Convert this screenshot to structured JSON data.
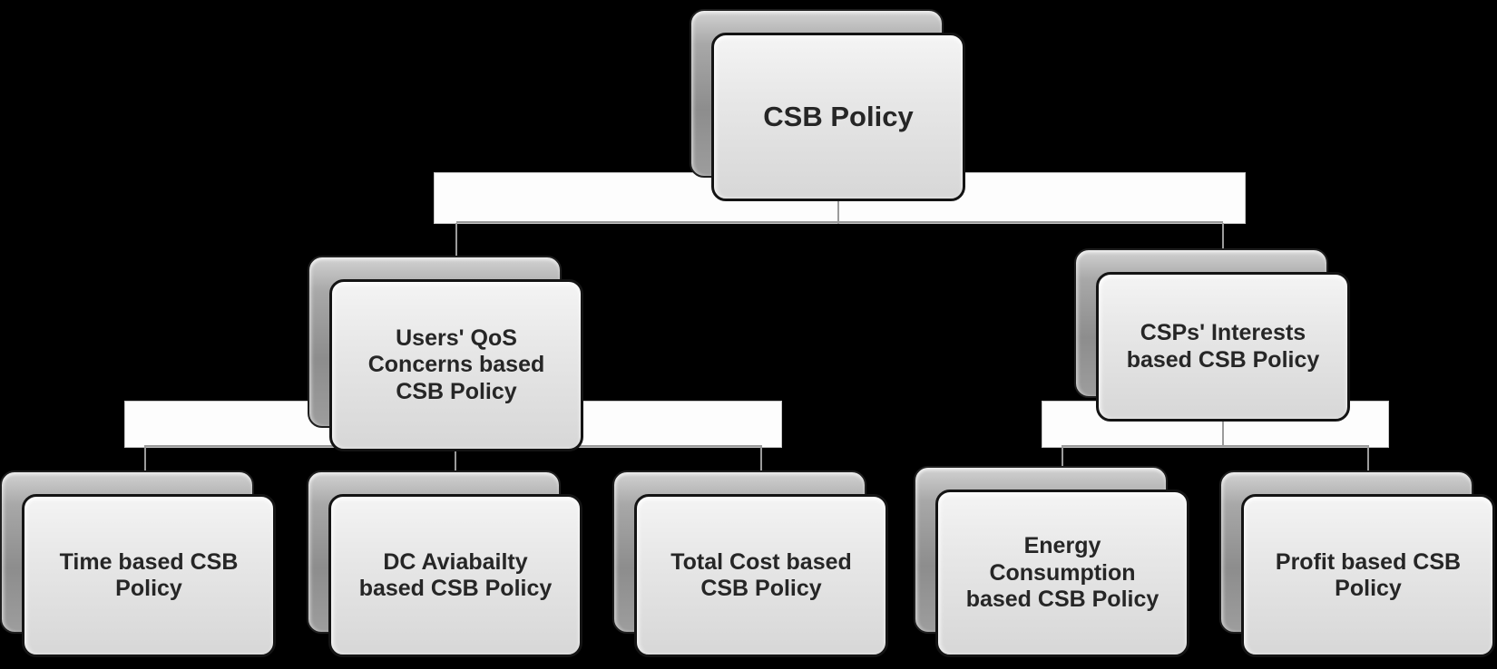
{
  "tree": {
    "label": "CSB Policy",
    "children": [
      {
        "label": "Users' QoS Concerns based CSB Policy",
        "children": [
          {
            "label": "Time based CSB Policy"
          },
          {
            "label": "DC Aviabailty based CSB Policy"
          },
          {
            "label": "Total Cost based CSB Policy"
          }
        ]
      },
      {
        "label": "CSPs' Interests based CSB Policy",
        "children": [
          {
            "label": "Energy Consumption based CSB Policy"
          },
          {
            "label": "Profit based CSB Policy"
          }
        ]
      }
    ]
  },
  "colors": {
    "background": "#000000",
    "box_fill": "#e7e7e7",
    "box_border": "#141414",
    "box_shadow_fill": "#9d9d9d",
    "text": "#262626",
    "connector_band": "#fdfdfd",
    "connector_line": "#9b9b9b"
  }
}
